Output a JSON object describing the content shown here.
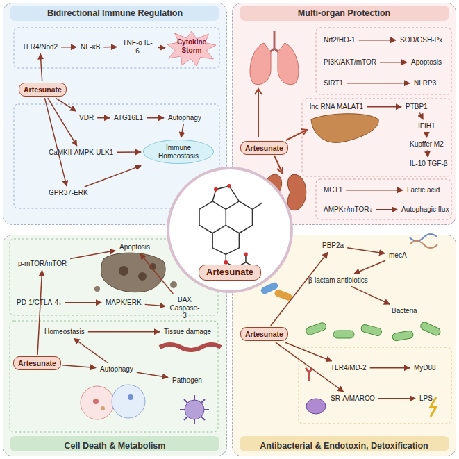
{
  "diagram": {
    "nodes": [
      {
        "text": [
          "Bidirectional Immune Regulation"
        ]
      },
      {
        "text": [
          "Artesunate"
        ],
        "in": 0
      },
      {
        "text": [
          "TLR4/Nod2"
        ],
        "in": 0
      },
      {
        "text": [
          "NF-κB"
        ],
        "in": 0
      },
      {
        "text": [
          "TNF-α IL-6"
        ],
        "in": 0
      },
      {
        "text": [
          "Cytokine Storm"
        ],
        "in": 0
      },
      {
        "text": [
          "VDR"
        ],
        "in": 0
      },
      {
        "text": [
          "ATG16L1"
        ],
        "in": 0
      },
      {
        "text": [
          "Autophagy"
        ],
        "in": 0
      },
      {
        "text": [
          "CaMKII-AMPK-ULK1"
        ],
        "in": 0
      },
      {
        "text": [
          "Immune Homeostasis"
        ],
        "in": 0
      },
      {
        "text": [
          "GPR37-ERK"
        ],
        "in": 0
      },
      {
        "text": [
          "Multi-organ Protection"
        ]
      },
      {
        "text": [
          "Artesunate"
        ],
        "in": 12
      },
      {
        "text": [
          "Nrf2/HO-1"
        ],
        "in": 12
      },
      {
        "text": [
          "SOD/GSH-Px"
        ],
        "in": 12
      },
      {
        "text": [
          "PI3K/AKT/mTOR"
        ],
        "in": 12
      },
      {
        "text": [
          "Apoptosis"
        ],
        "in": 12
      },
      {
        "text": [
          "SIRT1"
        ],
        "in": 12
      },
      {
        "text": [
          "NLRP3"
        ],
        "in": 12
      },
      {
        "text": [
          "lnc RNA MALAT1"
        ],
        "in": 12
      },
      {
        "text": [
          "PTBP1"
        ],
        "in": 12
      },
      {
        "text": [
          "IFIH1"
        ],
        "in": 12
      },
      {
        "text": [
          "Kupffer M2"
        ],
        "in": 12
      },
      {
        "text": [
          "IL-10 TGF-β"
        ],
        "in": 12
      },
      {
        "text": [
          "MCT1"
        ],
        "in": 12
      },
      {
        "text": [
          "Lactic acid"
        ],
        "in": 12
      },
      {
        "text": [
          "AMPK↑/mTOR↓"
        ],
        "in": 12
      },
      {
        "text": [
          "Autophagic flux"
        ],
        "in": 12
      },
      {
        "text": [
          "Cell Death & Metabolism"
        ]
      },
      {
        "text": [
          "Artesunate"
        ],
        "in": 29
      },
      {
        "text": [
          "Apoptosis"
        ],
        "in": 29
      },
      {
        "text": [
          "p-mTOR/mTOR"
        ],
        "in": 29
      },
      {
        "text": [
          "PD-1/CTLA-4↓"
        ],
        "in": 29
      },
      {
        "text": [
          "MAPK/ERK"
        ],
        "in": 29
      },
      {
        "text": [
          "BAX Caspase-3"
        ],
        "in": 29
      },
      {
        "text": [
          "Homeostasis"
        ],
        "in": 29
      },
      {
        "text": [
          "Tissue damage"
        ],
        "in": 29
      },
      {
        "text": [
          "Autophagy"
        ],
        "in": 29
      },
      {
        "text": [
          "Pathogen"
        ],
        "in": 29
      },
      {
        "text": [
          "Antibacterial & Endotoxin, Detoxification"
        ]
      },
      {
        "text": [
          "Artesunate"
        ],
        "in": 40
      },
      {
        "text": [
          "PBP2a"
        ],
        "in": 40
      },
      {
        "text": [
          "mecA"
        ],
        "in": 40
      },
      {
        "text": [
          "β-lactam antibiotics"
        ],
        "in": 40
      },
      {
        "text": [
          "Bacteria"
        ],
        "in": 40
      },
      {
        "text": [
          "TLR4/MD-2"
        ],
        "in": 40
      },
      {
        "text": [
          "MyD88"
        ],
        "in": 40
      },
      {
        "text": [
          "SR-A/MARCO"
        ],
        "in": 40
      },
      {
        "text": [
          "LPS"
        ],
        "in": 40
      },
      {
        "text": [
          "Artesunate"
        ]
      }
    ],
    "edges": [
      {
        "from": 1,
        "to": 2,
        "arrow": "to"
      },
      {
        "from": 2,
        "to": 3,
        "arrow": "to"
      },
      {
        "from": 3,
        "to": 4,
        "arrow": "to"
      },
      {
        "from": 4,
        "to": 5,
        "arrow": "to"
      },
      {
        "from": 1,
        "to": 6,
        "arrow": "to"
      },
      {
        "from": 6,
        "to": 7,
        "arrow": "to"
      },
      {
        "from": 7,
        "to": 8,
        "arrow": "to"
      },
      {
        "from": 8,
        "to": 10,
        "arrow": "to"
      },
      {
        "from": 1,
        "to": 9,
        "arrow": "to"
      },
      {
        "from": 9,
        "to": 10,
        "arrow": "to"
      },
      {
        "from": 1,
        "to": 11,
        "arrow": "to"
      },
      {
        "from": 11,
        "to": 10,
        "arrow": "to"
      },
      {
        "from": 14,
        "to": 15,
        "arrow": "to"
      },
      {
        "from": 16,
        "to": 17,
        "arrow": "to"
      },
      {
        "from": 18,
        "to": 19,
        "arrow": "to"
      },
      {
        "from": 20,
        "to": 21,
        "arrow": "to"
      },
      {
        "from": 21,
        "to": 22,
        "arrow": "to"
      },
      {
        "from": 22,
        "to": 23,
        "arrow": "to"
      },
      {
        "from": 23,
        "to": 24,
        "arrow": "to"
      },
      {
        "from": 25,
        "to": 26,
        "arrow": "to"
      },
      {
        "from": 27,
        "to": 28,
        "arrow": "to"
      },
      {
        "from": 30,
        "to": 32,
        "arrow": "to"
      },
      {
        "from": 32,
        "to": 31,
        "arrow": "to"
      },
      {
        "from": 33,
        "to": 34,
        "arrow": "to"
      },
      {
        "from": 34,
        "to": 35,
        "arrow": "to"
      },
      {
        "from": 35,
        "to": 31,
        "arrow": "to"
      },
      {
        "from": 30,
        "to": 38,
        "arrow": "to"
      },
      {
        "from": 38,
        "to": 36,
        "arrow": "to"
      },
      {
        "from": 36,
        "to": 37,
        "arrow": "to"
      },
      {
        "from": 38,
        "to": 39,
        "arrow": "to"
      },
      {
        "from": 41,
        "to": 42,
        "arrow": "to"
      },
      {
        "from": 42,
        "to": 43,
        "arrow": "to"
      },
      {
        "from": 43,
        "to": 44,
        "arrow": "to"
      },
      {
        "from": 44,
        "to": 45,
        "arrow": "to"
      },
      {
        "from": 41,
        "to": 46,
        "arrow": "to"
      },
      {
        "from": 46,
        "to": 47,
        "arrow": "to"
      },
      {
        "from": 41,
        "to": 48,
        "arrow": "to"
      },
      {
        "from": 48,
        "to": 49,
        "arrow": "to"
      }
    ]
  }
}
